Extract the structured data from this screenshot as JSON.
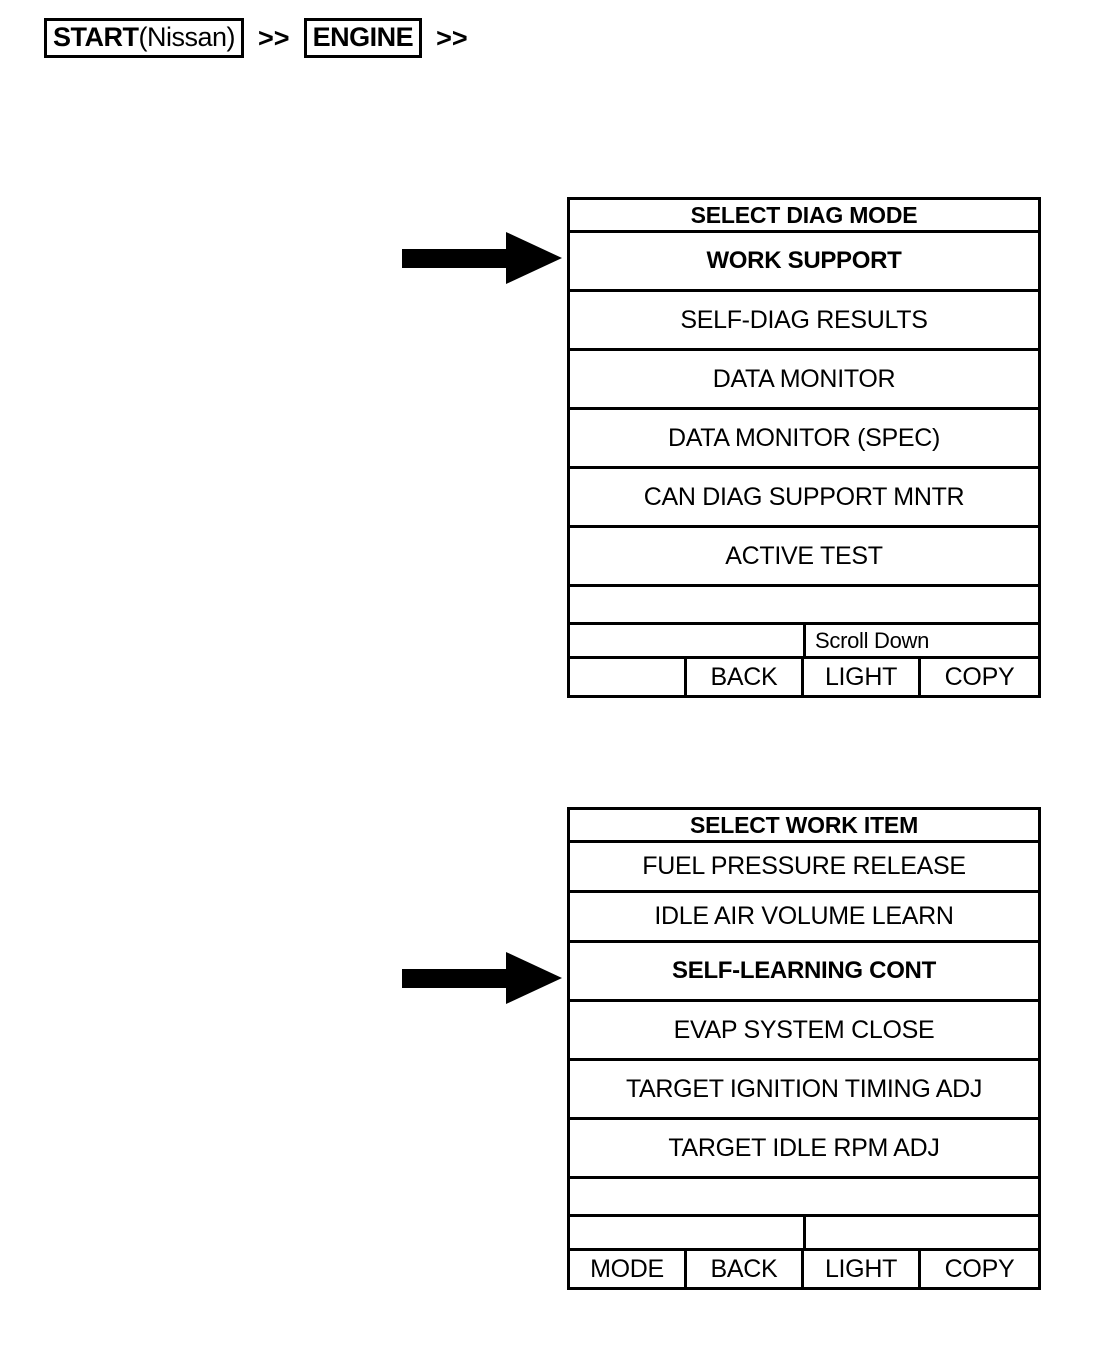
{
  "breadcrumb": {
    "steps": [
      {
        "strong": "START",
        "plain": "(Nissan)"
      },
      {
        "strong": "ENGINE",
        "plain": ""
      }
    ],
    "separator": ">>"
  },
  "panels": [
    {
      "id": "select-diag-mode",
      "header": "SELECT DIAG MODE",
      "items": [
        {
          "label": "WORK SUPPORT",
          "selected": true
        },
        {
          "label": "SELF-DIAG RESULTS",
          "selected": false
        },
        {
          "label": "DATA MONITOR",
          "selected": false
        },
        {
          "label": "DATA MONITOR (SPEC)",
          "selected": false
        },
        {
          "label": "CAN DIAG SUPPORT MNTR",
          "selected": false
        },
        {
          "label": "ACTIVE TEST",
          "selected": false
        }
      ],
      "status_row": {
        "left": "",
        "right": "Scroll Down"
      },
      "buttons": [
        "",
        "BACK",
        "LIGHT",
        "COPY"
      ]
    },
    {
      "id": "select-work-item",
      "header": "SELECT WORK ITEM",
      "items": [
        {
          "label": "FUEL PRESSURE RELEASE",
          "selected": false
        },
        {
          "label": "IDLE AIR VOLUME LEARN",
          "selected": false
        },
        {
          "label": "SELF-LEARNING CONT",
          "selected": true
        },
        {
          "label": "EVAP SYSTEM CLOSE",
          "selected": false
        },
        {
          "label": "TARGET IGNITION TIMING ADJ",
          "selected": false
        },
        {
          "label": "TARGET IDLE RPM ADJ",
          "selected": false
        }
      ],
      "status_row": {
        "left": "",
        "right": ""
      },
      "buttons": [
        "MODE",
        "BACK",
        "LIGHT",
        "COPY"
      ]
    }
  ],
  "arrows": [
    {
      "name": "pointer-to-work-support",
      "points_to": "WORK SUPPORT"
    },
    {
      "name": "pointer-to-self-learning-cont",
      "points_to": "SELF-LEARNING CONT"
    }
  ],
  "colors": {
    "ink": "#000000",
    "paper": "#ffffff"
  }
}
